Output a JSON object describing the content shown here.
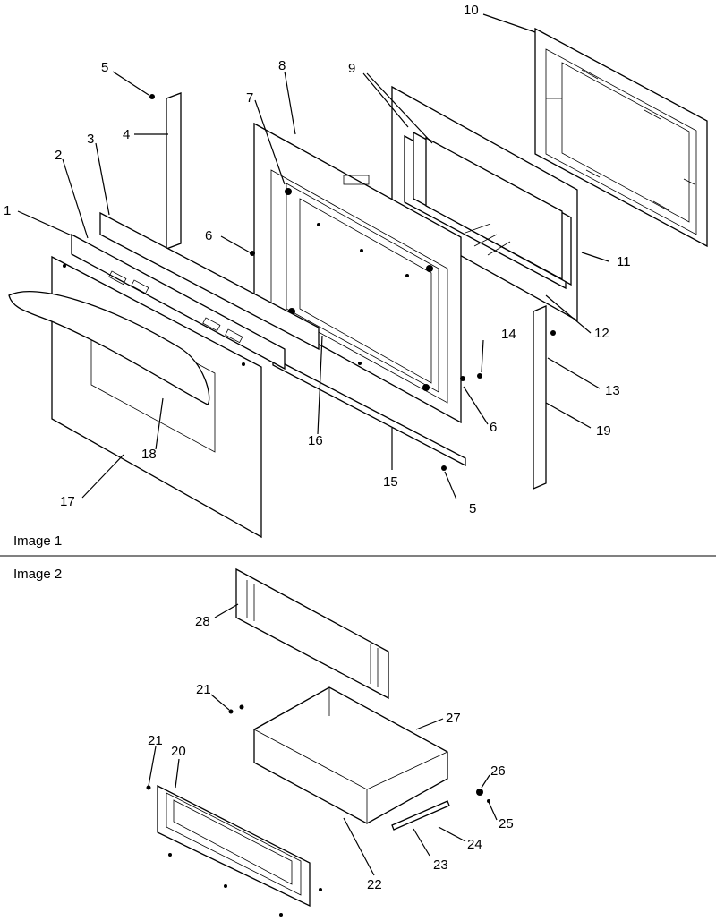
{
  "images": [
    {
      "label": "Image 1",
      "callouts": [
        "1",
        "2",
        "3",
        "4",
        "5",
        "6",
        "7",
        "8",
        "9",
        "10",
        "11",
        "12",
        "13",
        "14",
        "6",
        "15",
        "5",
        "16",
        "17",
        "18",
        "19"
      ]
    },
    {
      "label": "Image 2",
      "callouts": [
        "28",
        "21",
        "21",
        "20",
        "27",
        "26",
        "25",
        "24",
        "23",
        "22"
      ]
    }
  ],
  "colors": {
    "ink": "#000000",
    "background": "#ffffff"
  }
}
